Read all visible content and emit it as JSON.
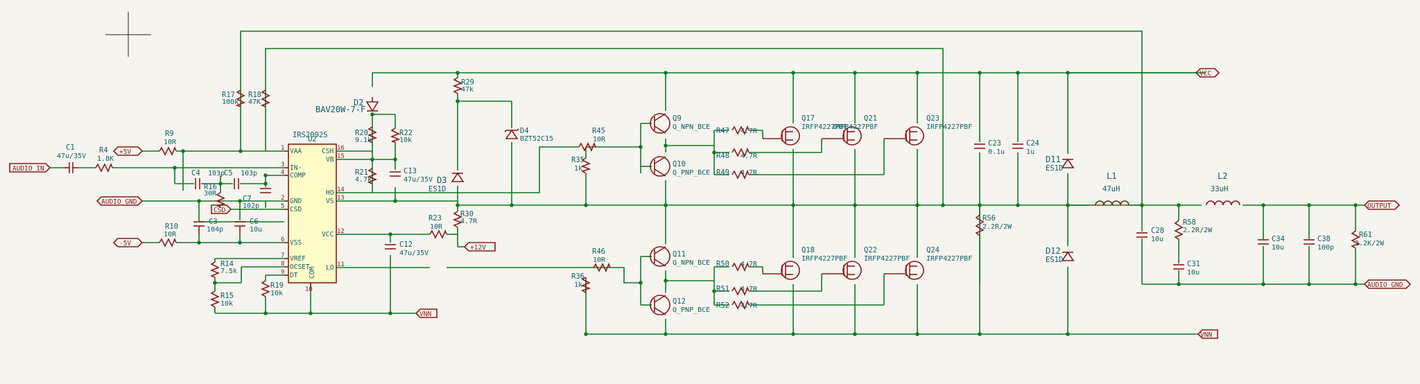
{
  "labels": {
    "audio_in": "AUDIO_IN",
    "p5v": "+5V",
    "audio_gnd": "AUDIO_GND",
    "csd": "CSD",
    "m5v": "-5V",
    "vnn": "VNN",
    "p12v": "+12V",
    "vcc": "VCC",
    "output": "OUTPUT",
    "audio_gnd_r": "AUDIO_GND",
    "vnn_r": "VNN"
  },
  "ic": {
    "ref": "U2",
    "value": "IRS2092S",
    "pins_left": [
      "VAA",
      "IN-",
      "COMP",
      "GND",
      "CSD",
      "VSS",
      "VREF",
      "OCSET",
      "DT"
    ],
    "pins_right": [
      "CSH",
      "VB",
      "HO",
      "VS",
      "VCC",
      "LO"
    ],
    "pin_bottom": "COM",
    "pinnums_left": [
      "1",
      "3",
      "4",
      "2",
      "5",
      "6",
      "7",
      "8",
      "9"
    ],
    "pinnums_right": [
      "16",
      "15",
      "14",
      "13",
      "12",
      "11"
    ],
    "pinnum_bottom": "10"
  },
  "parts": {
    "C1": {
      "ref": "C1",
      "val": "47u/35V"
    },
    "R4": {
      "ref": "R4",
      "val": "1.8K"
    },
    "R9": {
      "ref": "R9",
      "val": "10R"
    },
    "R17": {
      "ref": "R17",
      "val": "100k"
    },
    "R18": {
      "ref": "R18",
      "val": "47K"
    },
    "C4": {
      "ref": "C4",
      "val": "103p"
    },
    "C5": {
      "ref": "C5",
      "val": "103p"
    },
    "R16": {
      "ref": "R16",
      "val": "30R"
    },
    "C7": {
      "ref": "C7",
      "val": "102p"
    },
    "C3": {
      "ref": "C3",
      "val": "104p"
    },
    "C6": {
      "ref": "C6",
      "val": "10u"
    },
    "R10": {
      "ref": "R10",
      "val": "10R"
    },
    "R14": {
      "ref": "R14",
      "val": "7.5k"
    },
    "R15": {
      "ref": "R15",
      "val": "10k"
    },
    "R19": {
      "ref": "R19",
      "val": "10k"
    },
    "D2": {
      "ref": "D2",
      "val": "BAV20W-7-F"
    },
    "R20": {
      "ref": "R20",
      "val": "9.1k"
    },
    "R22": {
      "ref": "R22",
      "val": "10k"
    },
    "R21": {
      "ref": "R21",
      "val": "4.7k"
    },
    "C13": {
      "ref": "C13",
      "val": "47u/35V"
    },
    "R29": {
      "ref": "R29",
      "val": "47k"
    },
    "D3": {
      "ref": "D3",
      "val": "ES1D"
    },
    "R30": {
      "ref": "R30",
      "val": "4.7R"
    },
    "R23": {
      "ref": "R23",
      "val": "10R"
    },
    "C12": {
      "ref": "C12",
      "val": "47u/35V"
    },
    "D4": {
      "ref": "D4",
      "val": "BZT52C15"
    },
    "R45": {
      "ref": "R45",
      "val": "10R"
    },
    "R35": {
      "ref": "R35",
      "val": "1k"
    },
    "Q9": {
      "ref": "Q9",
      "val": "Q_NPN_BCE"
    },
    "Q10": {
      "ref": "Q10",
      "val": "Q_PNP_BCE"
    },
    "R46": {
      "ref": "R46",
      "val": "10R"
    },
    "R36": {
      "ref": "R36",
      "val": "1k"
    },
    "Q11": {
      "ref": "Q11",
      "val": "Q_NPN_BCE"
    },
    "Q12": {
      "ref": "Q12",
      "val": "Q_PNP_BCE"
    },
    "R47": {
      "ref": "R47",
      "val": "4.7R"
    },
    "R48": {
      "ref": "R48",
      "val": "4.7R"
    },
    "R49": {
      "ref": "R49",
      "val": "4.7R"
    },
    "R50": {
      "ref": "R50",
      "val": "4.7R"
    },
    "R51": {
      "ref": "R51",
      "val": "4.7R"
    },
    "R52": {
      "ref": "R52",
      "val": "4.7R"
    },
    "Q17": {
      "ref": "Q17",
      "val": "IRFP4227PBF"
    },
    "Q21": {
      "ref": "Q21",
      "val": "IRFP4227PBF"
    },
    "Q23": {
      "ref": "Q23",
      "val": "IRFP4227PBF"
    },
    "Q18": {
      "ref": "Q18",
      "val": "IRFP4227PBF"
    },
    "Q22": {
      "ref": "Q22",
      "val": "IRFP4227PBF"
    },
    "Q24": {
      "ref": "Q24",
      "val": "IRFP4227PBF"
    },
    "C23": {
      "ref": "C23",
      "val": "0.1u"
    },
    "C24": {
      "ref": "C24",
      "val": "1u"
    },
    "R56": {
      "ref": "R56",
      "val": "2.2R/2W"
    },
    "D11": {
      "ref": "D11",
      "val": "ES1D"
    },
    "D12": {
      "ref": "D12",
      "val": "ES1D"
    },
    "L1": {
      "ref": "L1",
      "val": "47uH"
    },
    "L2": {
      "ref": "L2",
      "val": "33uH"
    },
    "C28": {
      "ref": "C28",
      "val": "10u"
    },
    "R58": {
      "ref": "R58",
      "val": "2.2R/2W"
    },
    "C31": {
      "ref": "C31",
      "val": "10u"
    },
    "C34": {
      "ref": "C34",
      "val": "10u"
    },
    "C38": {
      "ref": "C38",
      "val": "100p"
    },
    "R61": {
      "ref": "R61",
      "val": "2.2K/2W"
    }
  },
  "colors": {
    "wire": "#0f7a20",
    "component": "#8a1a1a",
    "text": "#0f5c66",
    "ic_fill": "#fefdc8",
    "background": "#f5f4ef"
  }
}
